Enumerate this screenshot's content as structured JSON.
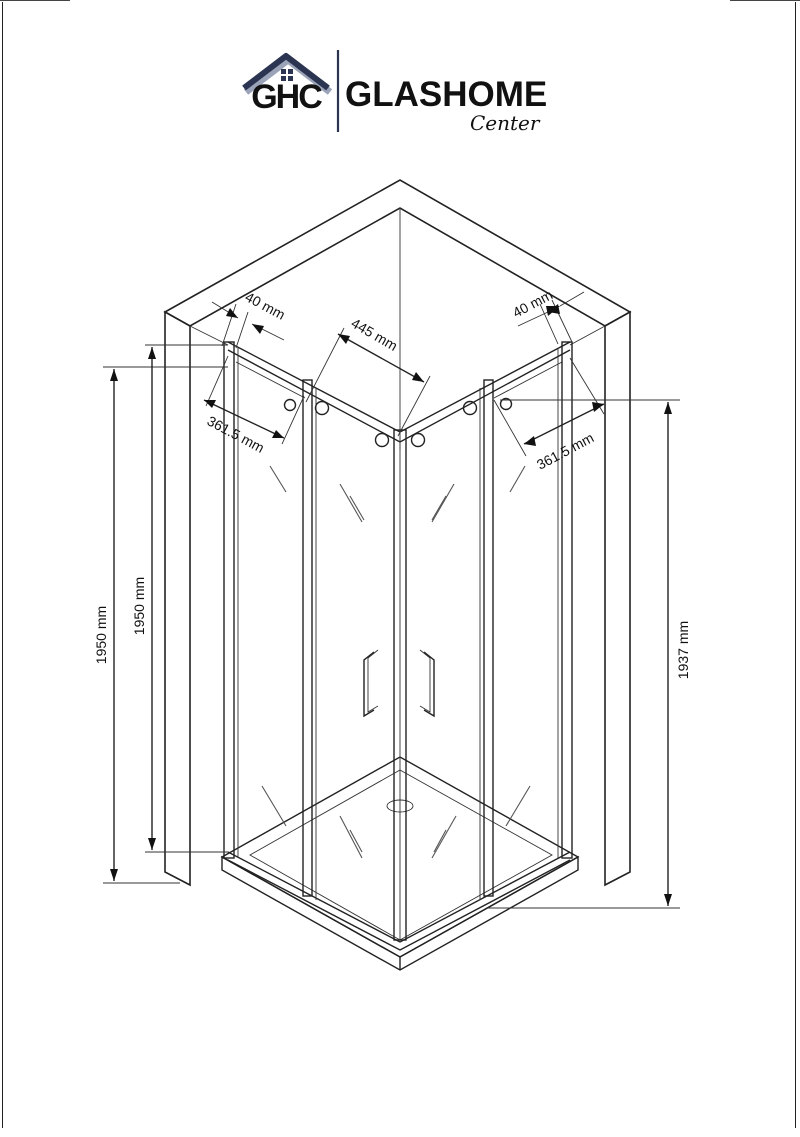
{
  "brand": {
    "monogram": "GHC",
    "name": "GLASHOME",
    "tagline": "Center",
    "colors": {
      "primary": "#2b3450",
      "shadow": "#9aa3b8"
    }
  },
  "dimensions": {
    "wall_depth_left": "40 mm",
    "wall_depth_right": "40 mm",
    "door_width": "445 mm",
    "fixed_panel_left": "361.5 mm",
    "fixed_panel_right": "361.5 mm",
    "height_outer": "1950 mm",
    "height_inner": "1950 mm",
    "height_total": "1937 mm"
  },
  "icons": {
    "logo": "house-roof-icon"
  }
}
